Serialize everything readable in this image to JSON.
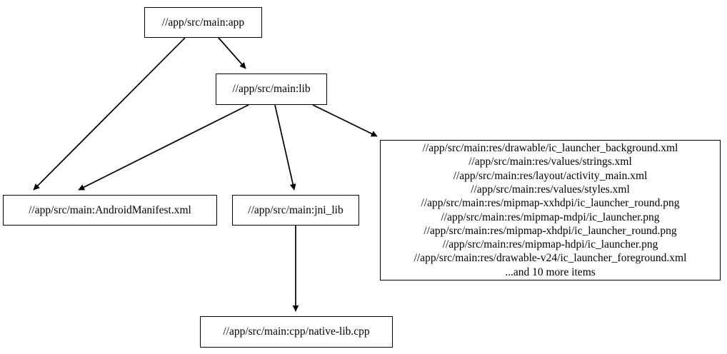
{
  "diagram": {
    "type": "dependency-graph",
    "nodes": [
      {
        "id": "app",
        "label": "//app/src/main:app"
      },
      {
        "id": "lib",
        "label": "//app/src/main:lib"
      },
      {
        "id": "manifest",
        "label": "//app/src/main:AndroidManifest.xml"
      },
      {
        "id": "jni_lib",
        "label": "//app/src/main:jni_lib"
      },
      {
        "id": "cpp",
        "label": "//app/src/main:cpp/native-lib.cpp"
      },
      {
        "id": "res",
        "lines": [
          "//app/src/main:res/drawable/ic_launcher_background.xml",
          "//app/src/main:res/values/strings.xml",
          "//app/src/main:res/layout/activity_main.xml",
          "//app/src/main:res/values/styles.xml",
          "//app/src/main:res/mipmap-xxhdpi/ic_launcher_round.png",
          "//app/src/main:res/mipmap-mdpi/ic_launcher.png",
          "//app/src/main:res/mipmap-xhdpi/ic_launcher_round.png",
          "//app/src/main:res/mipmap-hdpi/ic_launcher.png",
          "//app/src/main:res/drawable-v24/ic_launcher_foreground.xml",
          "...and 10 more items"
        ]
      }
    ],
    "edges": [
      {
        "from": "app",
        "to": "lib"
      },
      {
        "from": "app",
        "to": "manifest"
      },
      {
        "from": "lib",
        "to": "manifest"
      },
      {
        "from": "lib",
        "to": "jni_lib"
      },
      {
        "from": "lib",
        "to": "res"
      },
      {
        "from": "jni_lib",
        "to": "cpp"
      }
    ],
    "colors": {
      "background": "#ffffff",
      "node_border": "#000000",
      "node_fill": "#ffffff",
      "edge": "#000000",
      "text": "#000000"
    }
  }
}
